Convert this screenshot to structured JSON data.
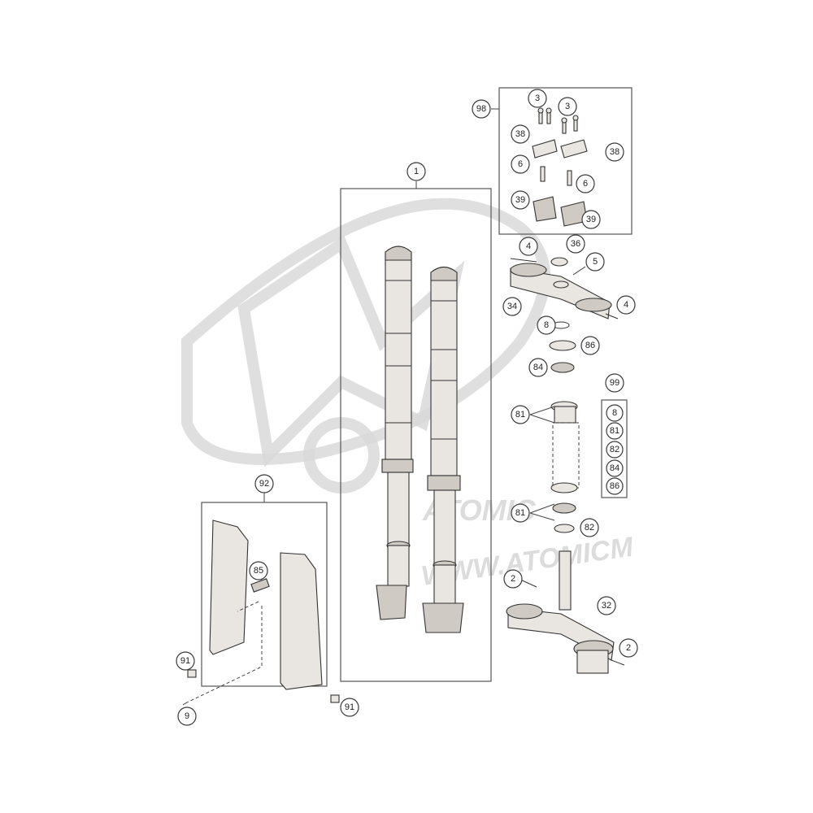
{
  "watermark": {
    "brand": "ATOMIC",
    "url": "WWW.ATOMICM"
  },
  "callouts": {
    "c1": "1",
    "c2a": "2",
    "c2b": "2",
    "c3a": "3",
    "c3b": "3",
    "c4a": "4",
    "c4b": "4",
    "c5": "5",
    "c6a": "6",
    "c6b": "6",
    "c8": "8",
    "c9": "9",
    "c32": "32",
    "c34": "34",
    "c36": "36",
    "c38a": "38",
    "c38b": "38",
    "c39a": "39",
    "c39b": "39",
    "c81a": "81",
    "c81b": "81",
    "c82": "82",
    "c84": "84",
    "c85": "85",
    "c86": "86",
    "c91a": "91",
    "c91b": "91",
    "c92": "92",
    "c98": "98",
    "c99": "99"
  },
  "kit99": [
    "8",
    "81",
    "82",
    "84",
    "86"
  ]
}
